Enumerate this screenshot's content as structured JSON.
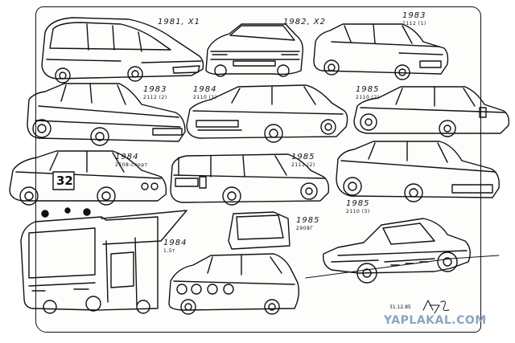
{
  "captions": {
    "c1": {
      "year": "1981, X1",
      "sub": ""
    },
    "c2": {
      "year": "1982, X2",
      "sub": ""
    },
    "c3": {
      "year": "1983",
      "sub": "2112 (1)"
    },
    "c4": {
      "year": "1983",
      "sub": "2112 (2)"
    },
    "c5": {
      "year": "1984",
      "sub": "2110 (1)"
    },
    "c6": {
      "year": "1985",
      "sub": "2110 (2)"
    },
    "c7": {
      "year": "1984",
      "sub": "2108-спорт"
    },
    "c8": {
      "year": "1985",
      "sub": "2111 (2)"
    },
    "c9": {
      "year": "1985",
      "sub": "2110 (3)"
    },
    "c10": {
      "year": "1984",
      "sub": "1,5т"
    },
    "c11": {
      "year": "1985",
      "sub": "2908Г"
    }
  },
  "rally_number": "32",
  "signature_date": "31.12.85",
  "watermark": "YAPLAKAL.COM",
  "colors": {
    "ink": "#111111",
    "paper": "#fdfdfb",
    "watermark": "#8ba6bf"
  },
  "icons": [
    "car-sketch",
    "van-sketch",
    "rally-car-sketch",
    "buggy-sketch"
  ]
}
